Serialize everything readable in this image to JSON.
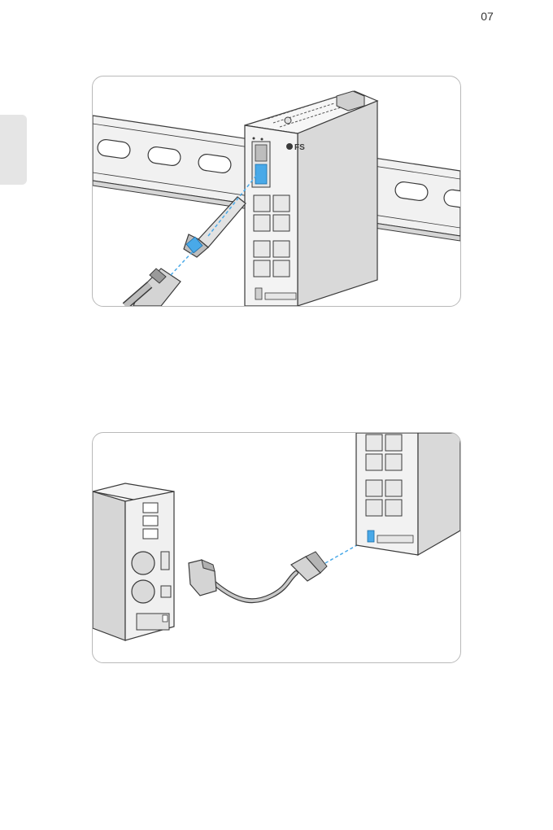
{
  "page": {
    "number": "07"
  },
  "figures": [
    {
      "brand_label": "FS",
      "icons": [
        "din-rail",
        "industrial-switch",
        "sfp-module",
        "fiber-optic-cable",
        "insertion-arrow"
      ]
    },
    {
      "icons": [
        "desktop-computer",
        "console-cable",
        "db9-connector",
        "usb-connector",
        "industrial-switch",
        "console-port"
      ]
    }
  ],
  "colors": {
    "accent": "#49a9e8",
    "line": "#3a3a3a",
    "fill_light": "#f3f3f3",
    "fill_mid": "#dcdcdc",
    "frame": "#b9b9b9"
  }
}
